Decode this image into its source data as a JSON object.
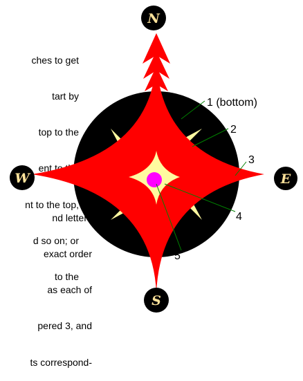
{
  "paragraph_top": [
    "ches to get",
    "tart by",
    "top to the",
    "ent to the",
    "nt to the top,",
    "d so on; or",
    "to the"
  ],
  "paragraph_bottom": [
    "nd letters",
    "exact order",
    " as each of",
    "pered 3, and",
    "ts correspond-"
  ],
  "callouts": {
    "label_1": "1 (bottom)",
    "label_2": "2",
    "label_3": "3",
    "label_4": "4",
    "label_5": "5"
  },
  "directions": {
    "north": "N",
    "east": "E",
    "south": "S",
    "west": "W"
  },
  "colors": {
    "disc": "#000000",
    "outer_star": "#ff0000",
    "inner_star": "#fffaa0",
    "center_dot": "#ff00ff",
    "leader_lines": "#008000",
    "letter": "#fde29a",
    "letter_badge": "#000000"
  }
}
